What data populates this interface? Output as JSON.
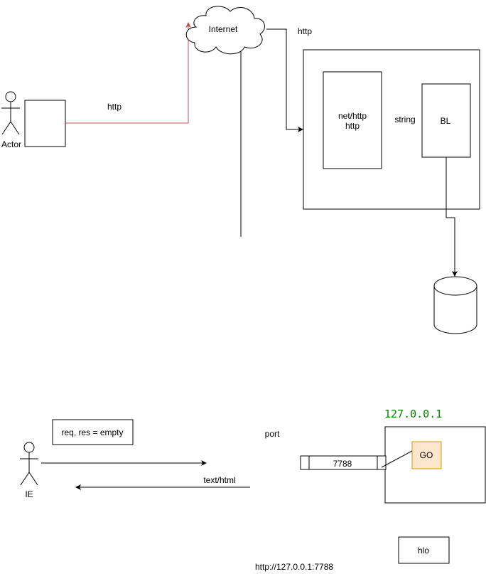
{
  "top": {
    "actor_label": "Actor",
    "cloud_label": "Internet",
    "http_actor_label": "http",
    "http_cloud_label": "http",
    "nethttp_label_line1": "net/http",
    "nethttp_label_line2": "http",
    "string_label": "string",
    "bl_label": "BL"
  },
  "bottom": {
    "actor_label": "IE",
    "note_label": "req, res = empty",
    "port_label": "port",
    "port_value": "7788",
    "ip_label": "127.0.0.1",
    "go_label": "GO",
    "texthtml_label": "text/html",
    "hlo_label": "hlo",
    "url_label": "http://127.0.0.1:7788"
  },
  "colors": {
    "red_link": "#b85450",
    "go_fill": "#ffe6cc",
    "go_stroke": "#d79b00",
    "ip_green": "#008000"
  }
}
